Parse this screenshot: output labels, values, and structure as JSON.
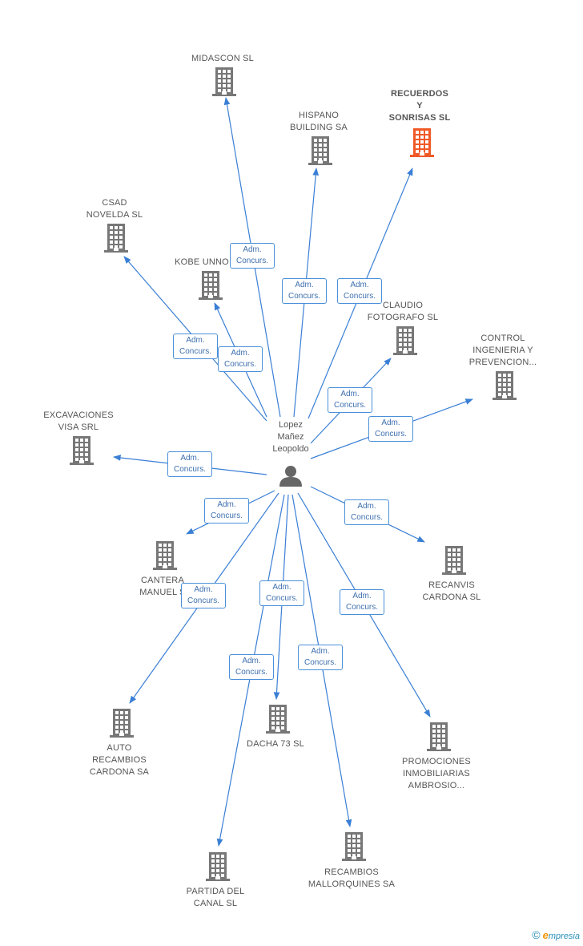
{
  "center": {
    "name_lines": [
      "Lopez",
      "Mañez",
      "Leopoldo"
    ],
    "icon": "person-icon"
  },
  "role": [
    "Adm.",
    "Concurs."
  ],
  "companies": [
    {
      "id": "midascon",
      "lines": [
        "MIDASCON SL"
      ],
      "focus": false
    },
    {
      "id": "hispano",
      "lines": [
        "HISPANO",
        "BUILDING SA"
      ],
      "focus": false
    },
    {
      "id": "recuerdos",
      "lines": [
        "RECUERDOS",
        "Y",
        "SONRISAS SL"
      ],
      "focus": true
    },
    {
      "id": "csad",
      "lines": [
        "CSAD",
        "NOVELDA SL"
      ],
      "focus": false
    },
    {
      "id": "kobe",
      "lines": [
        "KOBE UNNO"
      ],
      "focus": false
    },
    {
      "id": "claudio",
      "lines": [
        "CLAUDIO",
        "FOTOGRAFO SL"
      ],
      "focus": false
    },
    {
      "id": "control",
      "lines": [
        "CONTROL",
        "INGENIERIA Y",
        "PREVENCION..."
      ],
      "focus": false
    },
    {
      "id": "excavaciones",
      "lines": [
        "EXCAVACIONES",
        "VISA SRL"
      ],
      "focus": false
    },
    {
      "id": "cantera",
      "lines": [
        "CANTERA",
        "MANUEL S"
      ],
      "focus": false
    },
    {
      "id": "recanvis",
      "lines": [
        "RECANVIS",
        "CARDONA SL"
      ],
      "focus": false
    },
    {
      "id": "auto",
      "lines": [
        "AUTO",
        "RECAMBIOS",
        "CARDONA SA"
      ],
      "focus": false
    },
    {
      "id": "dacha",
      "lines": [
        "DACHA 73 SL"
      ],
      "focus": false
    },
    {
      "id": "promociones",
      "lines": [
        "PROMOCIONES",
        "INMOBILIARIAS",
        "AMBROSIO..."
      ],
      "focus": false
    },
    {
      "id": "partida",
      "lines": [
        "PARTIDA DEL",
        "CANAL SL"
      ],
      "focus": false
    },
    {
      "id": "recambios-mall",
      "lines": [
        "RECAMBIOS",
        "MALLORQUINES SA"
      ],
      "focus": false
    }
  ],
  "colors": {
    "edge": "#3a7fd5",
    "building": "#777777",
    "building_focus": "#f05a28",
    "person": "#666666"
  },
  "footer": {
    "copyright": "©",
    "brand_initial": "e",
    "brand_rest": "mpresia"
  }
}
